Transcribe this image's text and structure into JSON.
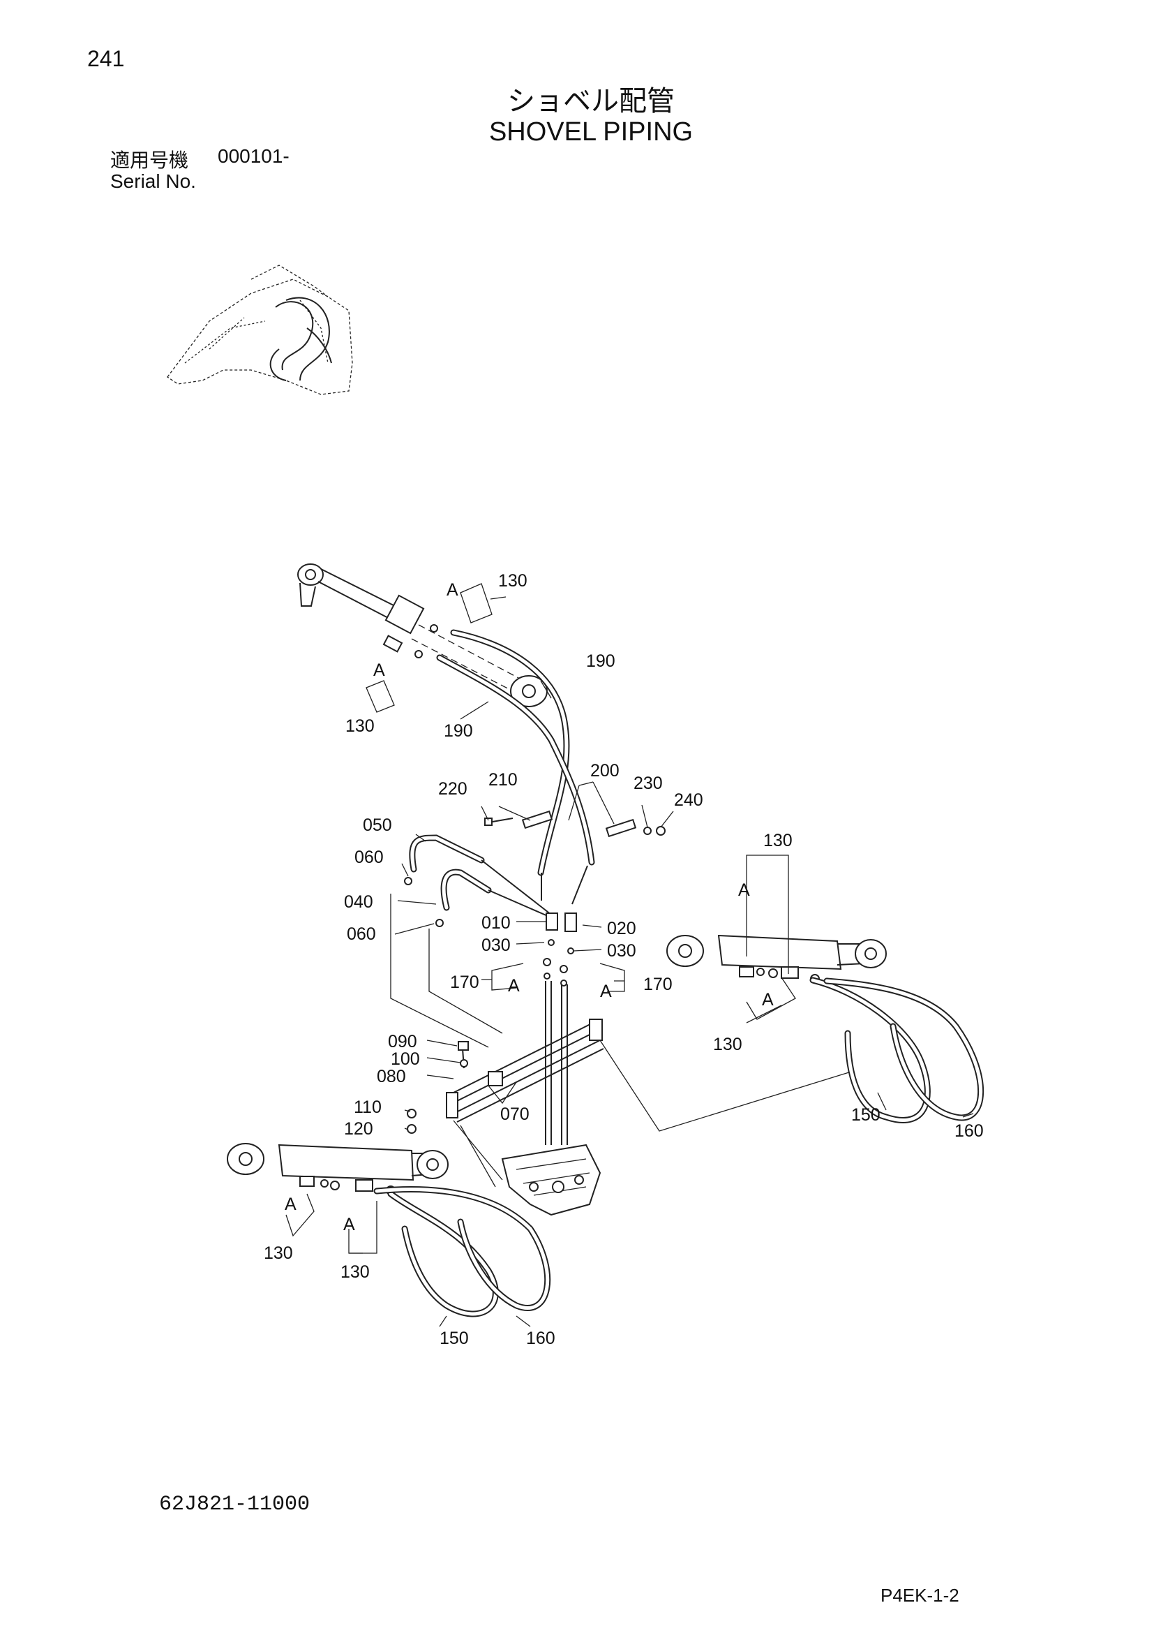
{
  "header": {
    "page_number": "241",
    "title_ja": "ショベル配管",
    "title_en": "SHOVEL PIPING",
    "serial_label_ja": "適用号機",
    "serial_value": "000101-",
    "serial_label_en": "Serial No."
  },
  "callouts": {
    "p010": "010",
    "p020": "020",
    "p030": "030",
    "p040": "040",
    "p050": "050",
    "p060": "060",
    "p070": "070",
    "p080": "080",
    "p090": "090",
    "p100": "100",
    "p110": "110",
    "p120": "120",
    "p130": "130",
    "p150": "150",
    "p160": "160",
    "p170": "170",
    "p190": "190",
    "p200": "200",
    "p210": "210",
    "p220": "220",
    "p230": "230",
    "p240": "240",
    "detail_a": "A"
  },
  "footer": {
    "drawing_number": "62J821-11000",
    "page_code": "P4EK-1-2"
  }
}
